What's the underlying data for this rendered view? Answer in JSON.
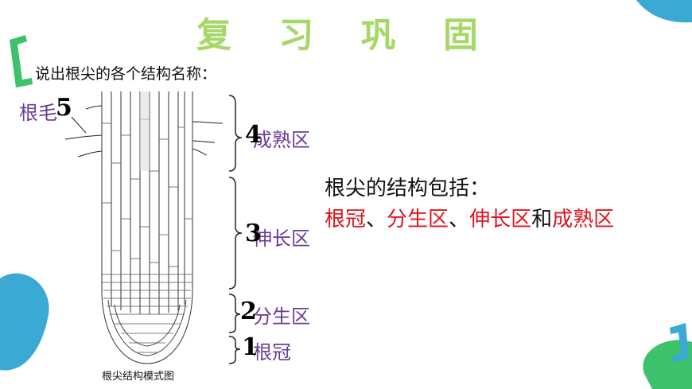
{
  "title": "复 习 巩 固",
  "prompt": "说出根尖的各个结构名称：",
  "diagram": {
    "caption": "根尖结构模式图",
    "root_hair_label": "根毛",
    "root_hair_number": "5",
    "regions": [
      {
        "number": "4",
        "label": "成熟区"
      },
      {
        "number": "3",
        "label": "伸长区"
      },
      {
        "number": "2",
        "label": "分生区"
      },
      {
        "number": "1",
        "label": "根冠"
      }
    ]
  },
  "summary": {
    "heading": "根尖的结构包括：",
    "parts": [
      "根冠",
      "分生区",
      "伸长区",
      "成熟区"
    ],
    "separators": [
      "、",
      "、",
      "和"
    ]
  },
  "colors": {
    "title": "#a6d867",
    "label": "#6a3c96",
    "highlight": "#e0141e",
    "deco_green": "#3ec16b",
    "deco_teal": "#3aa9d3"
  }
}
